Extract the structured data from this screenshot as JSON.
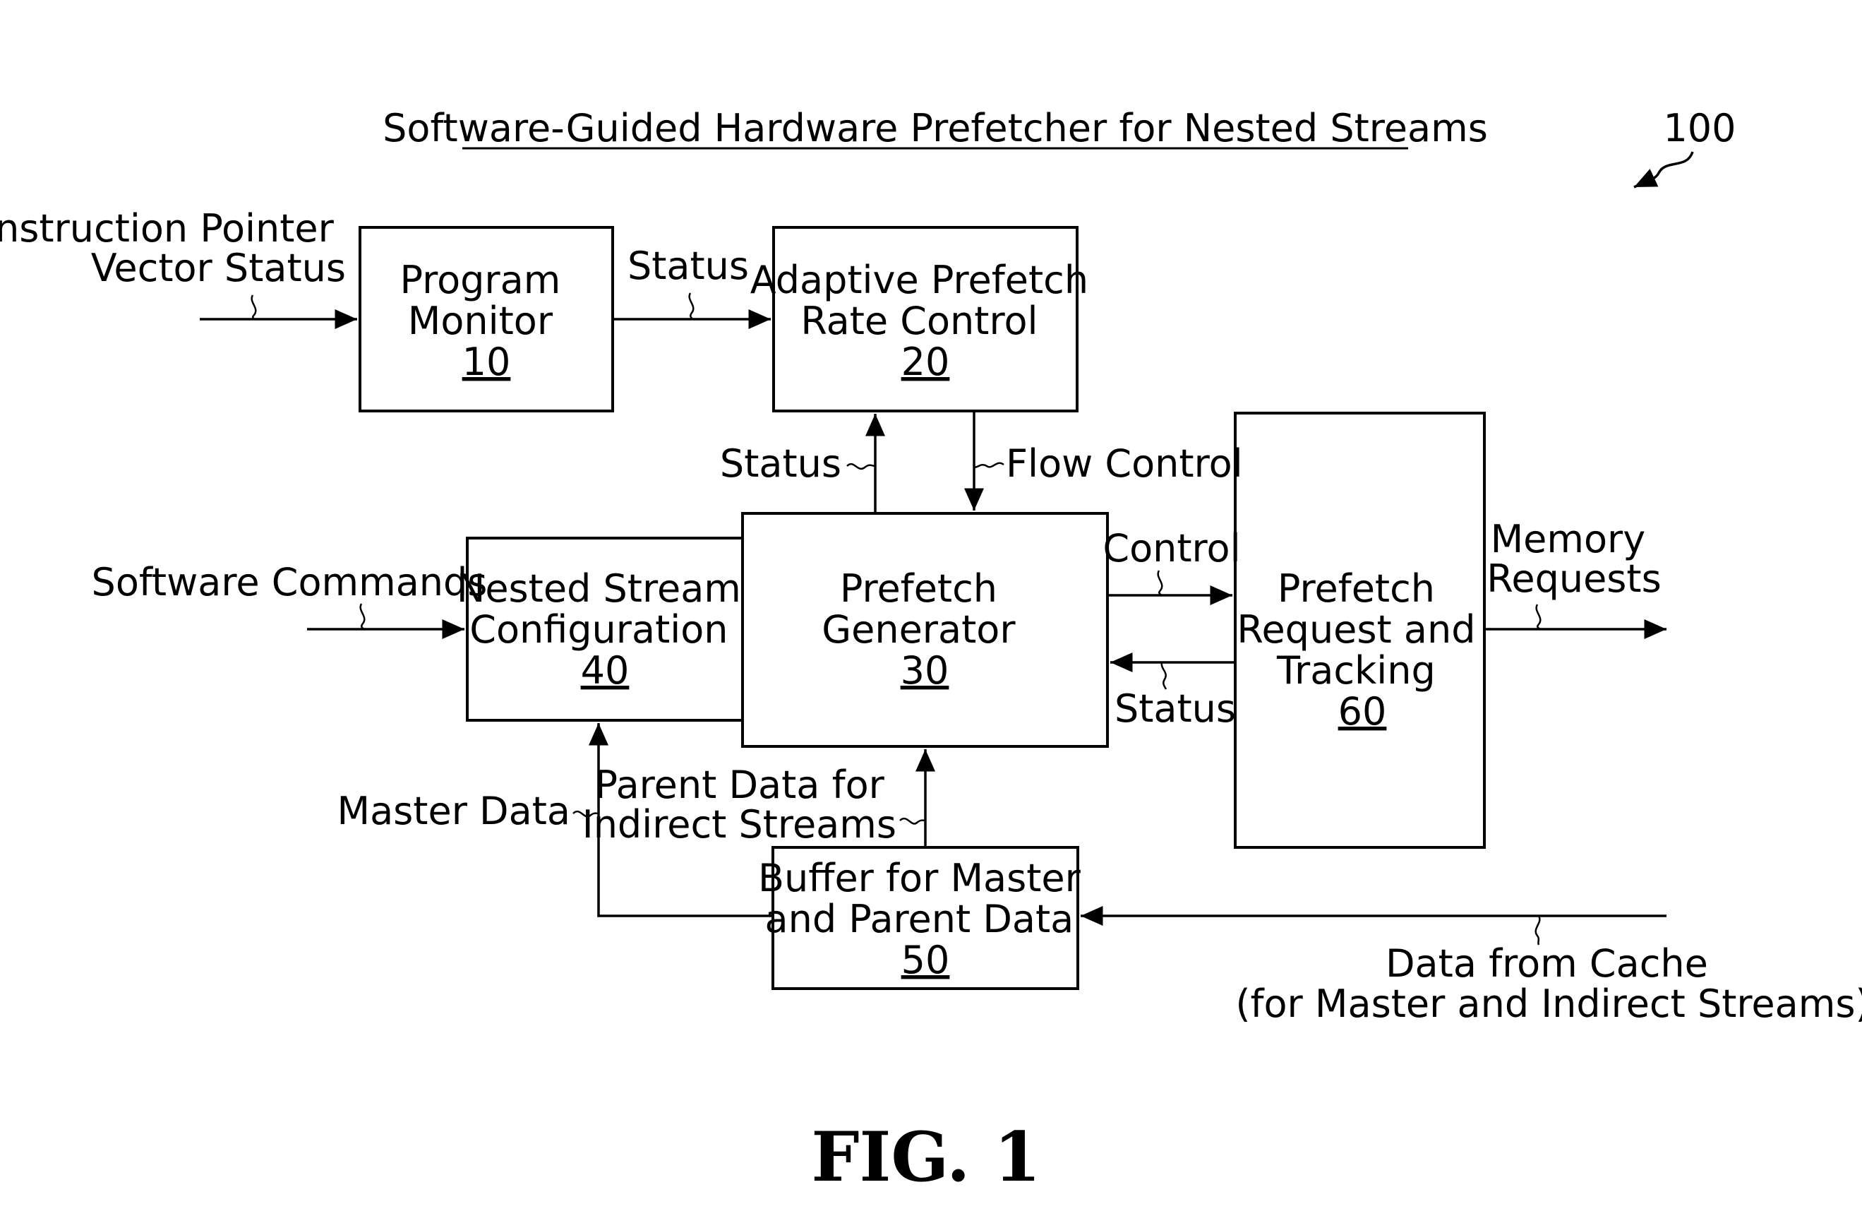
{
  "title": "Software-Guided Hardware Prefetcher for Nested Streams",
  "ref_number": "100",
  "figure_label": "FIG. 1",
  "blocks": {
    "program_monitor": {
      "lines": [
        "Program",
        "Monitor"
      ],
      "number": "10"
    },
    "rate_control": {
      "lines": [
        "Adaptive Prefetch",
        "Rate Control"
      ],
      "number": "20"
    },
    "prefetch_generator": {
      "lines": [
        "Prefetch",
        "Generator"
      ],
      "number": "30"
    },
    "nested_stream": {
      "lines": [
        "Nested Stream",
        "Configuration"
      ],
      "number": "40"
    },
    "buffer": {
      "lines": [
        "Buffer for Master",
        "and Parent Data"
      ],
      "number": "50"
    },
    "request_tracking": {
      "lines": [
        "Prefetch",
        "Request and",
        "Tracking"
      ],
      "number": "60"
    }
  },
  "signals": {
    "ip_vector": [
      "Instruction Pointer",
      "Vector Status"
    ],
    "status_pm_to_rc": "Status",
    "status_pg_to_rc": "Status",
    "flow_control": "Flow Control",
    "software_commands": "Software Commands",
    "control": "Control",
    "status_rt_to_pg": "Status",
    "memory_requests": [
      "Memory",
      "Requests"
    ],
    "master_data": "Master Data",
    "parent_data": [
      "Parent Data for",
      "Indirect Streams"
    ],
    "data_from_cache": [
      "Data from Cache",
      "(for Master and Indirect Streams)"
    ]
  }
}
